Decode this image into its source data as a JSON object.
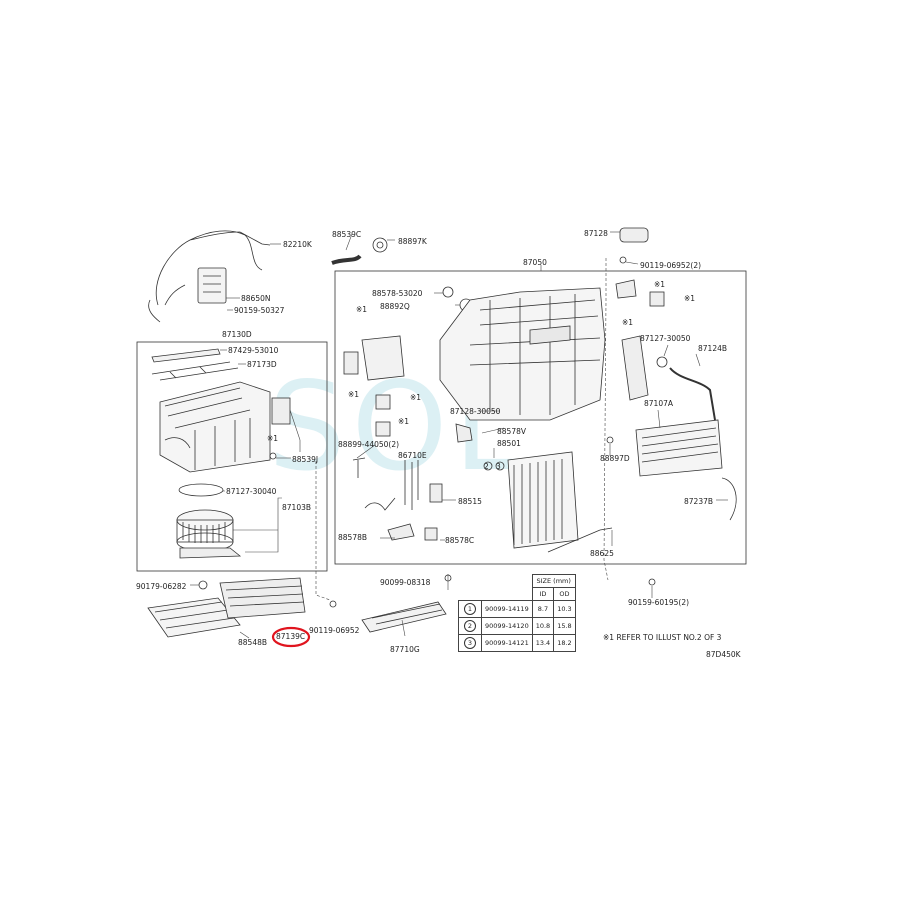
{
  "labels": {
    "p82210K": "82210K",
    "p88650N": "88650N",
    "p90159_50327": "90159-50327",
    "p87130D": "87130D",
    "p87429_53010": "87429-53010",
    "p87173D": "87173D",
    "mark_a": "※1",
    "p88539J": "88539J",
    "p87127_30040": "87127-30040",
    "p87103B": "87103B",
    "p90179_06282": "90179-06282",
    "p88548B": "88548B",
    "p87139C": "87139C",
    "p90119_06952": "90119-06952",
    "p88539C": "88539C",
    "p88897K": "88897K",
    "p88578_53020": "88578-53020",
    "p88892Q": "88892Q",
    "mark_b": "※1",
    "mark_c": "※1",
    "mark_d": "※1",
    "mark_e": "※1",
    "p88899_44050": "88899-44050(2)",
    "p86710E": "86710E",
    "p88515": "88515",
    "p88578B": "88578B",
    "p88578C": "88578C",
    "p90099_08318": "90099-08318",
    "p87710G": "87710G",
    "p87050": "87050",
    "p87128": "87128",
    "p90119_06952_2": "90119-06952(2)",
    "mark_f": "※1",
    "mark_g": "※1",
    "mark_h": "※1",
    "p87127_30050": "87127-30050",
    "p87124B": "87124B",
    "p87128_30050": "87128-30050",
    "p88578V": "88578V",
    "p88501": "88501",
    "p88897D": "88897D",
    "p87107A": "87107A",
    "p88625": "88625",
    "p87237B": "87237B",
    "p90159_60195": "90159-60195(2)",
    "circle_2": "2",
    "circle_3": "3",
    "note": "※1 REFER TO ILLUST NO.2 OF 3",
    "diagram_code": "87D450K",
    "watermark": "SOL"
  },
  "size_table": {
    "header": "SIZE (mm)",
    "col_id": "ID",
    "col_od": "OD",
    "rows": [
      {
        "no": "1",
        "part": "90099-14119",
        "id": "8.7",
        "od": "10.3"
      },
      {
        "no": "2",
        "part": "90099-14120",
        "id": "10.8",
        "od": "15.8"
      },
      {
        "no": "3",
        "part": "90099-14121",
        "id": "13.4",
        "od": "18.2"
      }
    ]
  },
  "highlight": {
    "target": "87139C",
    "color": "#e0141e"
  },
  "colors": {
    "line": "#333333",
    "watermark": "#82c8d7"
  }
}
